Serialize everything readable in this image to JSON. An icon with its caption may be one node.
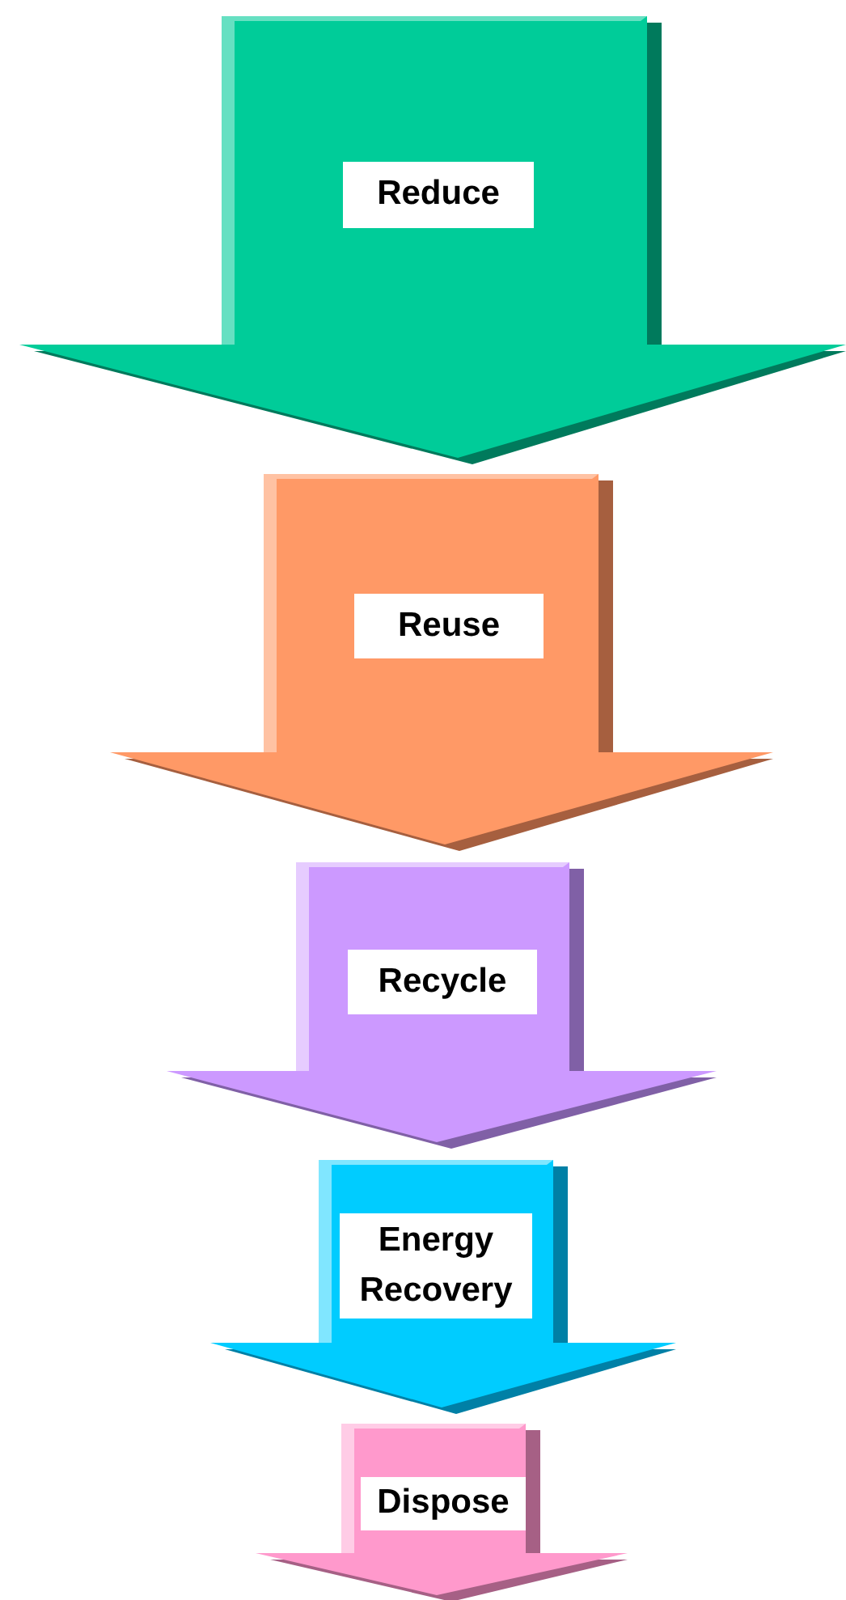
{
  "diagram": {
    "nodes": [
      {
        "text": [
          "Reduce"
        ]
      },
      {
        "text": [
          "Reuse"
        ]
      },
      {
        "text": [
          "Recycle"
        ]
      },
      {
        "text": [
          "Energy Recovery"
        ]
      },
      {
        "text": [
          "Dispose"
        ]
      }
    ]
  }
}
